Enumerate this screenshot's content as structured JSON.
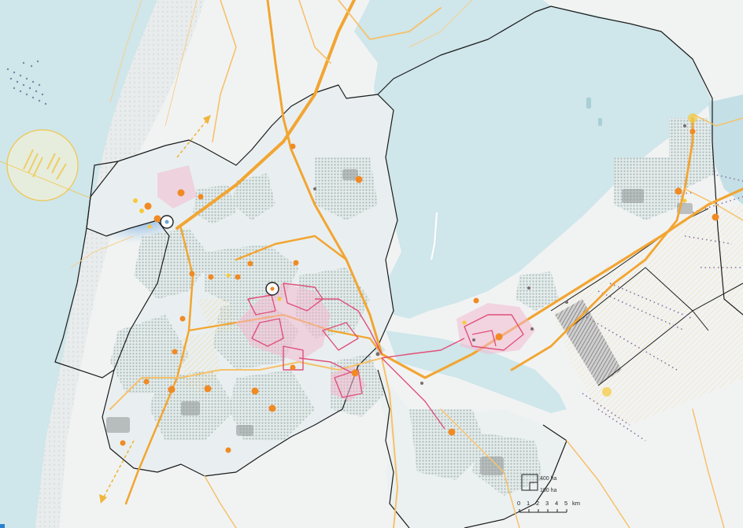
{
  "legend": {
    "area_large": "400 ha",
    "area_small": "100 ha"
  },
  "scale": {
    "ticks": [
      "0",
      "1",
      "2",
      "3",
      "4",
      "5"
    ],
    "unit": "km"
  },
  "colors": {
    "water": "#cfe6ea",
    "land": "#f1f3f3",
    "road_major": "#f2a532",
    "road_minor": "#f6c16a",
    "boundary": "#1b1b1b",
    "district_outline": "#e0507a",
    "district_fill": "#f3b9cf",
    "poi_icon": "#f08a24",
    "coast_glow": "#6e9fd6"
  }
}
